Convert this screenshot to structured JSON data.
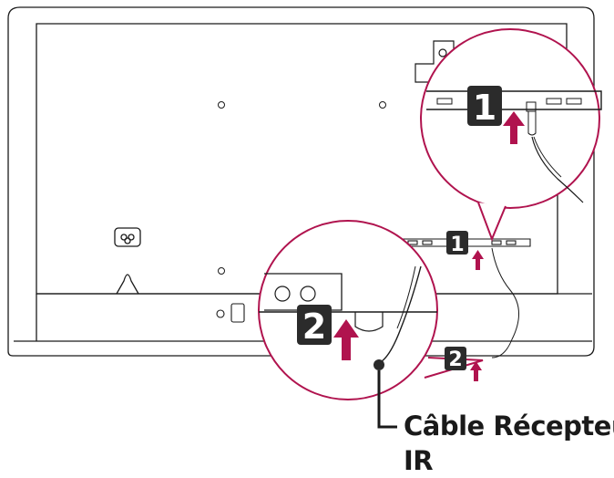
{
  "diagram": {
    "callout_line1": "Câble Récepteur",
    "callout_line2": "IR",
    "step_labels": [
      "1",
      "1",
      "2",
      "2"
    ]
  },
  "colors": {
    "arrow": "#b0134e",
    "circle_border": "#b0134e",
    "badge": "#2b2b2b",
    "line": "#1a1a1a"
  }
}
